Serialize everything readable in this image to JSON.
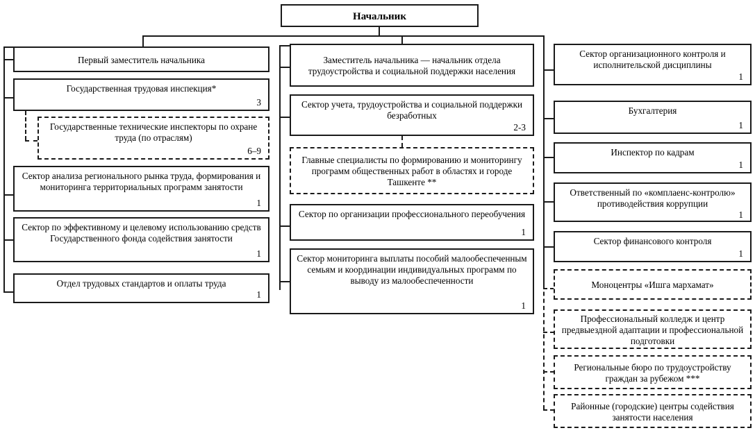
{
  "diagram": {
    "title_node": {
      "label": "Начальник",
      "count": ""
    },
    "columns": [
      {
        "id": "left",
        "nodes": [
          {
            "id": "first-deputy",
            "label": "Первый заместитель начальника",
            "count": "",
            "style": "solid"
          },
          {
            "id": "state-labour-inspection",
            "label": "Государственная трудовая инспекция*",
            "count": "3",
            "style": "solid"
          },
          {
            "id": "state-technical-inspectors",
            "label": "Государственные технические инспекторы по охране труда (по отраслям)",
            "count": "6–9",
            "style": "dashed"
          },
          {
            "id": "regional-labour-market-analysis",
            "label": "Сектор анализа регионального рынка труда, формирования и мониторинга территориальных программ занятости",
            "count": "1",
            "style": "solid"
          },
          {
            "id": "employment-fund-usage",
            "label": "Сектор по эффективному и целевому использованию средств Государственного фонда содействия занятости",
            "count": "1",
            "style": "solid"
          },
          {
            "id": "labour-standards-department",
            "label": "Отдел трудовых стандартов и оплаты труда",
            "count": "1",
            "style": "solid"
          }
        ]
      },
      {
        "id": "middle",
        "nodes": [
          {
            "id": "deputy-head-employment",
            "label": "Заместитель начальника — начальник отдела трудоустройства и социальной поддержки населения",
            "count": "",
            "style": "solid"
          },
          {
            "id": "unemployed-support-sector",
            "label": "Сектор учета, трудоустройства и социальной поддержки безработных",
            "count": "2-3",
            "style": "solid"
          },
          {
            "id": "public-works-chief-specialists",
            "label": "Главные специалисты по формированию и мониторингу программ общественных работ в областях и городе Ташкенте **",
            "count": "",
            "style": "dashed"
          },
          {
            "id": "professional-retraining-sector",
            "label": "Сектор по организации профессионального переобучения",
            "count": "1",
            "style": "solid"
          },
          {
            "id": "benefit-monitoring-sector",
            "label": "Сектор мониторинга выплаты пособий малообеспеченным семьям и координации индивидуальных программ по выводу из малообеспеченности",
            "count": "1",
            "style": "solid"
          }
        ]
      },
      {
        "id": "right",
        "nodes": [
          {
            "id": "organizational-control-sector",
            "label": "Сектор организационного контроля и исполнительской дисциплины",
            "count": "1",
            "style": "solid"
          },
          {
            "id": "accounting",
            "label": "Бухгалтерия",
            "count": "1",
            "style": "solid"
          },
          {
            "id": "hr-inspector",
            "label": "Инспектор по кадрам",
            "count": "1",
            "style": "solid"
          },
          {
            "id": "compliance-control-officer",
            "label": "Ответственный по «комплаенс-контролю» противодействия коррупции",
            "count": "1",
            "style": "solid"
          },
          {
            "id": "financial-control-sector",
            "label": "Сектор финансового контроля",
            "count": "1",
            "style": "solid"
          },
          {
            "id": "monocenters-ishga-marhamat",
            "label": "Моноцентры «Ишга мархамат»",
            "count": "",
            "style": "dashed"
          },
          {
            "id": "professional-college",
            "label": "Профессиональный колледж и центр предвыездной адаптации и профессиональной подготовки",
            "count": "",
            "style": "dashed"
          },
          {
            "id": "regional-bureaus-abroad",
            "label": "Региональные бюро по трудоустройству граждан за рубежом ***",
            "count": "",
            "style": "dashed"
          },
          {
            "id": "district-city-centers",
            "label": "Районные (городские) центры содействия занятости населения",
            "count": "",
            "style": "dashed"
          }
        ]
      }
    ],
    "colors": {
      "line": "#1a1a1a",
      "text": "#000000",
      "background": "#ffffff"
    }
  }
}
